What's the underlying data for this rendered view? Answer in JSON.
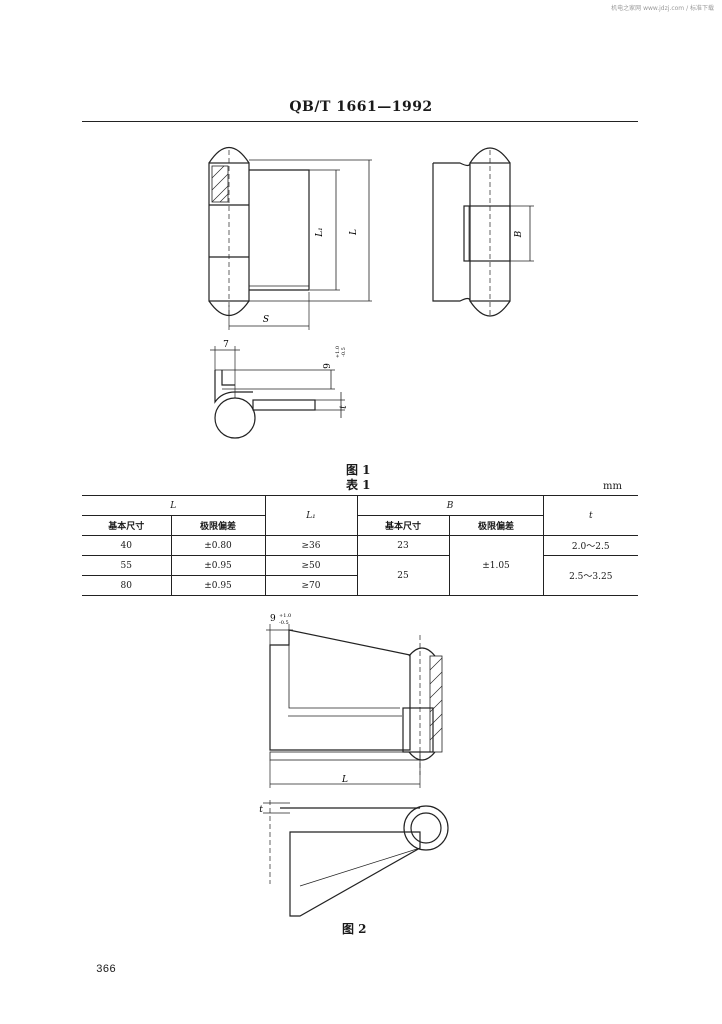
{
  "watermark": "机电之家网 www.jdzj.com / 标准下载",
  "header": {
    "standard_code": "QB/T 1661—1992"
  },
  "figure1": {
    "caption": "图 1",
    "dims": {
      "L": "L",
      "L1": "L₁",
      "S": "S",
      "B": "B",
      "seven": "7",
      "nine": "9",
      "tol_up": "+1.0",
      "tol_down": "-0.5",
      "t": "t"
    }
  },
  "table1": {
    "caption": "表 1",
    "unit": "mm",
    "header_L": "L",
    "header_L1": "L₁",
    "header_B": "B",
    "header_t": "t",
    "sub_basic": "基本尺寸",
    "sub_tol": "极限偏差",
    "rows": [
      {
        "L_basic": "40",
        "L_tol": "±0.80",
        "L1": "≥36",
        "B_basic": "23",
        "t": "2.0～2.5"
      },
      {
        "L_basic": "55",
        "L_tol": "±0.95",
        "L1": "≥50"
      },
      {
        "L_basic": "80",
        "L_tol": "±0.95",
        "L1": "≥70"
      }
    ],
    "B_basic_merged": "25",
    "B_tol_merged": "±1.05",
    "t_merged": "2.5～3.25"
  },
  "figure2": {
    "caption": "图 2",
    "dims": {
      "nine": "9",
      "tol_up": "+1.0",
      "tol_down": "-0.5",
      "L": "L",
      "t": "t"
    }
  },
  "page_number": "366"
}
